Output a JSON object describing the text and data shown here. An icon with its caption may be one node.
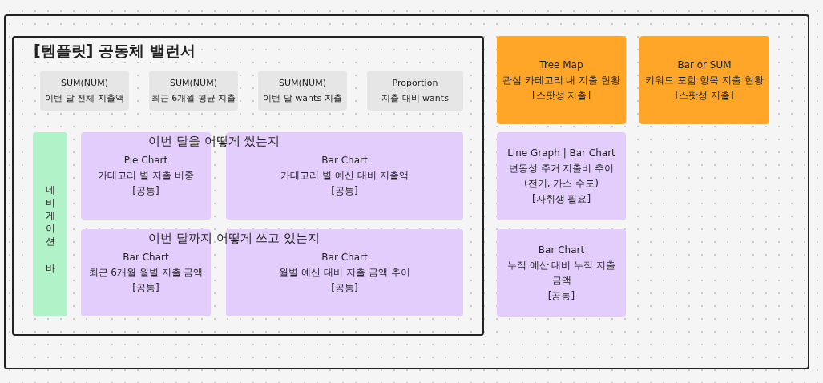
{
  "diagram": {
    "nodes": [
      {
        "text": [],
        "shape": "box"
      },
      {
        "text": [
          "[템플릿] 공동체 밸런서"
        ],
        "in": 0
      },
      {
        "text": [
          "SUM(NUM)",
          "이번 달 전체 지출액"
        ],
        "in": 1
      },
      {
        "text": [
          "SUM(NUM)",
          "최근 6개월 평균 지출"
        ],
        "in": 1
      },
      {
        "text": [
          "SUM(NUM)",
          "이번 달 wants 지출"
        ],
        "in": 1
      },
      {
        "text": [
          "Proportion",
          "지출 대비 wants"
        ],
        "in": 1
      },
      {
        "text": [
          "네비게이션 바"
        ],
        "in": 1
      },
      {
        "text": [
          "Pie Chart",
          "카테고리 별 지출 비중",
          "[공통]"
        ],
        "in": 1
      },
      {
        "text": [
          "Bar Chart",
          "카테고리 별 예산 대비 지출액",
          "[공통]"
        ],
        "in": 1
      },
      {
        "text": [
          "Bar Chart",
          "최근 6개월 월별 지출 금액",
          "[공통]"
        ],
        "in": 1
      },
      {
        "text": [
          "Bar Chart",
          "월별 예산 대비 지출 금액 추이",
          "[공통]"
        ],
        "in": 1
      },
      {
        "text": [
          "Tree Map",
          "관심 카테고리 내 지출 현황",
          "[스팟성 지출]"
        ],
        "in": 0
      },
      {
        "text": [
          "Bar or SUM",
          "키워드 포함 항목 지출 현황",
          "[스팟성 지출]"
        ],
        "in": 0
      },
      {
        "text": [
          "Line Graph | Bar Chart",
          "변동성 주거 지출비 추이",
          "(전기, 가스 수도)",
          "[자취생 필요]"
        ],
        "in": 0
      },
      {
        "text": [
          "Bar Chart",
          "누적 예산 대비 누적 지출 금액",
          "[공통]"
        ],
        "in": 0
      }
    ],
    "edges": [],
    "labels": [
      "이번 달을 어떻게 썼는지",
      "이번 달까지 어떻게 쓰고 있는지"
    ]
  }
}
